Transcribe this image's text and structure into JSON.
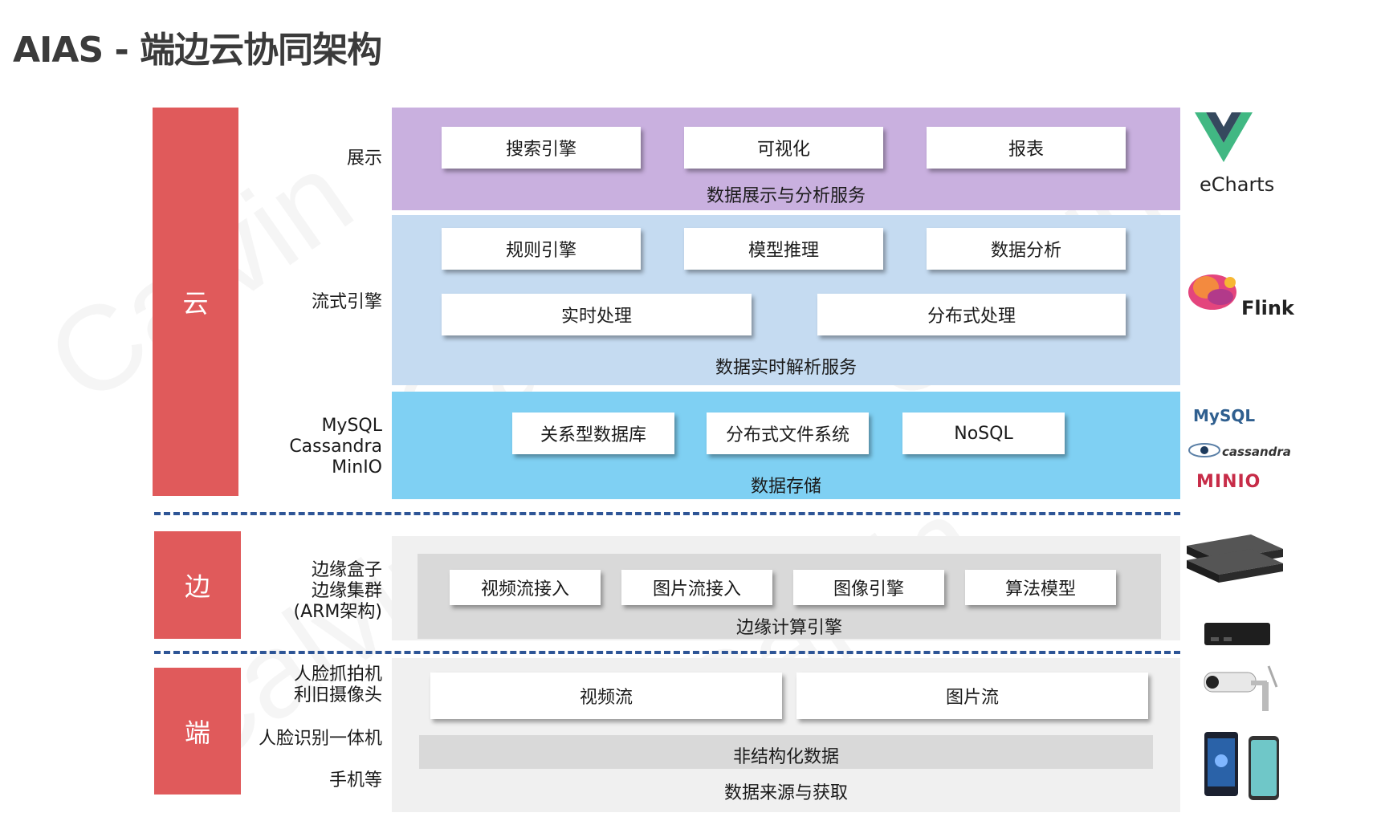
{
  "title": "AIAS - 端边云协同架构",
  "tiers": {
    "cloud": "云",
    "edge": "边",
    "device": "端"
  },
  "labels": {
    "display": "展示",
    "stream": "流式引擎",
    "storage": [
      "MySQL",
      "Cassandra",
      "MinIO"
    ],
    "edge": [
      "边缘盒子",
      "边缘集群",
      "(ARM架构)"
    ],
    "device_cam": [
      "人脸抓拍机",
      "利旧摄像头"
    ],
    "device_face": "人脸识别一体机",
    "device_phone": "手机等"
  },
  "display_layer": {
    "boxes": [
      "搜索引擎",
      "可视化",
      "报表"
    ],
    "caption": "数据展示与分析服务",
    "color": "#c9b0df"
  },
  "stream_layer": {
    "boxes_top": [
      "规则引擎",
      "模型推理",
      "数据分析"
    ],
    "boxes_bottom": [
      "实时处理",
      "分布式处理"
    ],
    "caption": "数据实时解析服务",
    "color": "#c5dbf1"
  },
  "storage_layer": {
    "boxes": [
      "关系型数据库",
      "分布式文件系统",
      "NoSQL"
    ],
    "caption": "数据存储",
    "color": "#7fd0f3"
  },
  "edge_layer": {
    "boxes": [
      "视频流接入",
      "图片流接入",
      "图像引擎",
      "算法模型"
    ],
    "caption": "边缘计算引擎"
  },
  "device_layer": {
    "boxes": [
      "视频流",
      "图片流"
    ],
    "inner_caption": "非结构化数据",
    "caption": "数据来源与获取"
  },
  "logos": {
    "echarts": "eCharts",
    "flink": "Flink",
    "mysql": "MySQL",
    "cassandra": "cassandra",
    "minio": "MINIO"
  },
  "watermark": "Calvin",
  "colors": {
    "tier": "#e05a5b",
    "dash": "#2e5596"
  }
}
